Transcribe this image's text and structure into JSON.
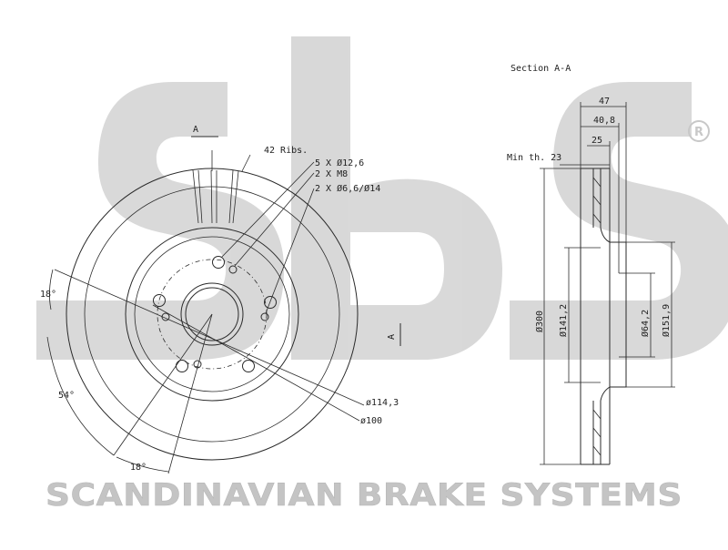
{
  "drawing": {
    "section_title": "Section A-A",
    "section_marker": "A",
    "ribs_label": "42 Ribs.",
    "holes": [
      "5 X Ø12,6",
      "2 X M8",
      "2 X Ø6,6/Ø14"
    ],
    "angles": [
      "18°",
      "54°",
      "18°"
    ],
    "pcd_labels": [
      "ø114,3",
      "ø100"
    ],
    "min_thickness": "Min th. 23",
    "widths": [
      "47",
      "40,8",
      "25"
    ],
    "diameters": [
      "Ø300",
      "Ø141,2",
      "Ø64,2",
      "Ø151,9"
    ]
  },
  "brand": {
    "logo": "sbs",
    "registered": "R",
    "name": "SCANDINAVIAN BRAKE SYSTEMS",
    "logo_color": "#cfcfcf",
    "text_color": "#c4c4c4"
  }
}
